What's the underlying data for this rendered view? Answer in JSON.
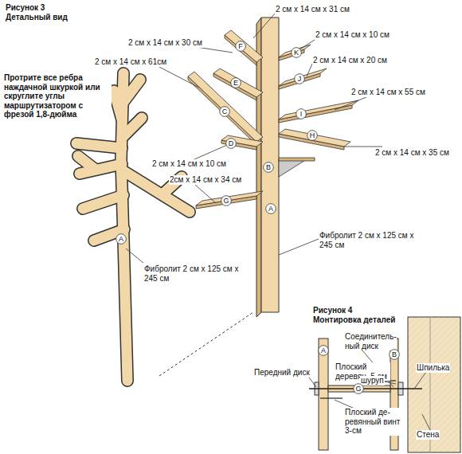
{
  "diagram": {
    "nodes": [
      {
        "text": [
          "A"
        ]
      },
      {
        "text": [
          "F"
        ]
      },
      {
        "text": [
          "K"
        ]
      },
      {
        "text": [
          "E"
        ]
      },
      {
        "text": [
          "J"
        ]
      },
      {
        "text": [
          "C"
        ]
      },
      {
        "text": [
          "I"
        ]
      },
      {
        "text": [
          "D"
        ]
      },
      {
        "text": [
          "H"
        ]
      },
      {
        "text": [
          "B"
        ]
      },
      {
        "text": [
          "G"
        ]
      },
      {
        "text": [
          "A"
        ]
      },
      {
        "text": [
          "A"
        ]
      },
      {
        "text": [
          "G"
        ]
      },
      {
        "text": [
          "B"
        ]
      }
    ],
    "labels": [
      "Рисунок 3",
      "Детальный вид",
      "2 см х 14 см х 31 см",
      "2 см х 14 см х 10 см",
      "2 см х 14 см х 30 см",
      "2 см х 14 см х 20 см",
      "2 см х 14 см х 61см",
      "Протрите все ребра наждачной шкуркой или скруглите углы маршрутизатором с фрезой 1,8-дюйма",
      "2 см х 14 см х 55 см",
      "2 см х 14 см х 35 см",
      "2 см х 14 см х 10 см",
      "2см х 14 см х 34 см",
      "Фибролит 2 см х 125 см х 245 см",
      "Фибролит 2 см х 125 см х 245 см",
      "Рисунок 4",
      "Монтировка деталей",
      "Соединитель-ный диск",
      "Плоский деревян. 5-см",
      "Передний диск",
      "шуруп",
      "Шпилька",
      "Плоский де-ревянный винт 3-см",
      "Стена"
    ]
  }
}
